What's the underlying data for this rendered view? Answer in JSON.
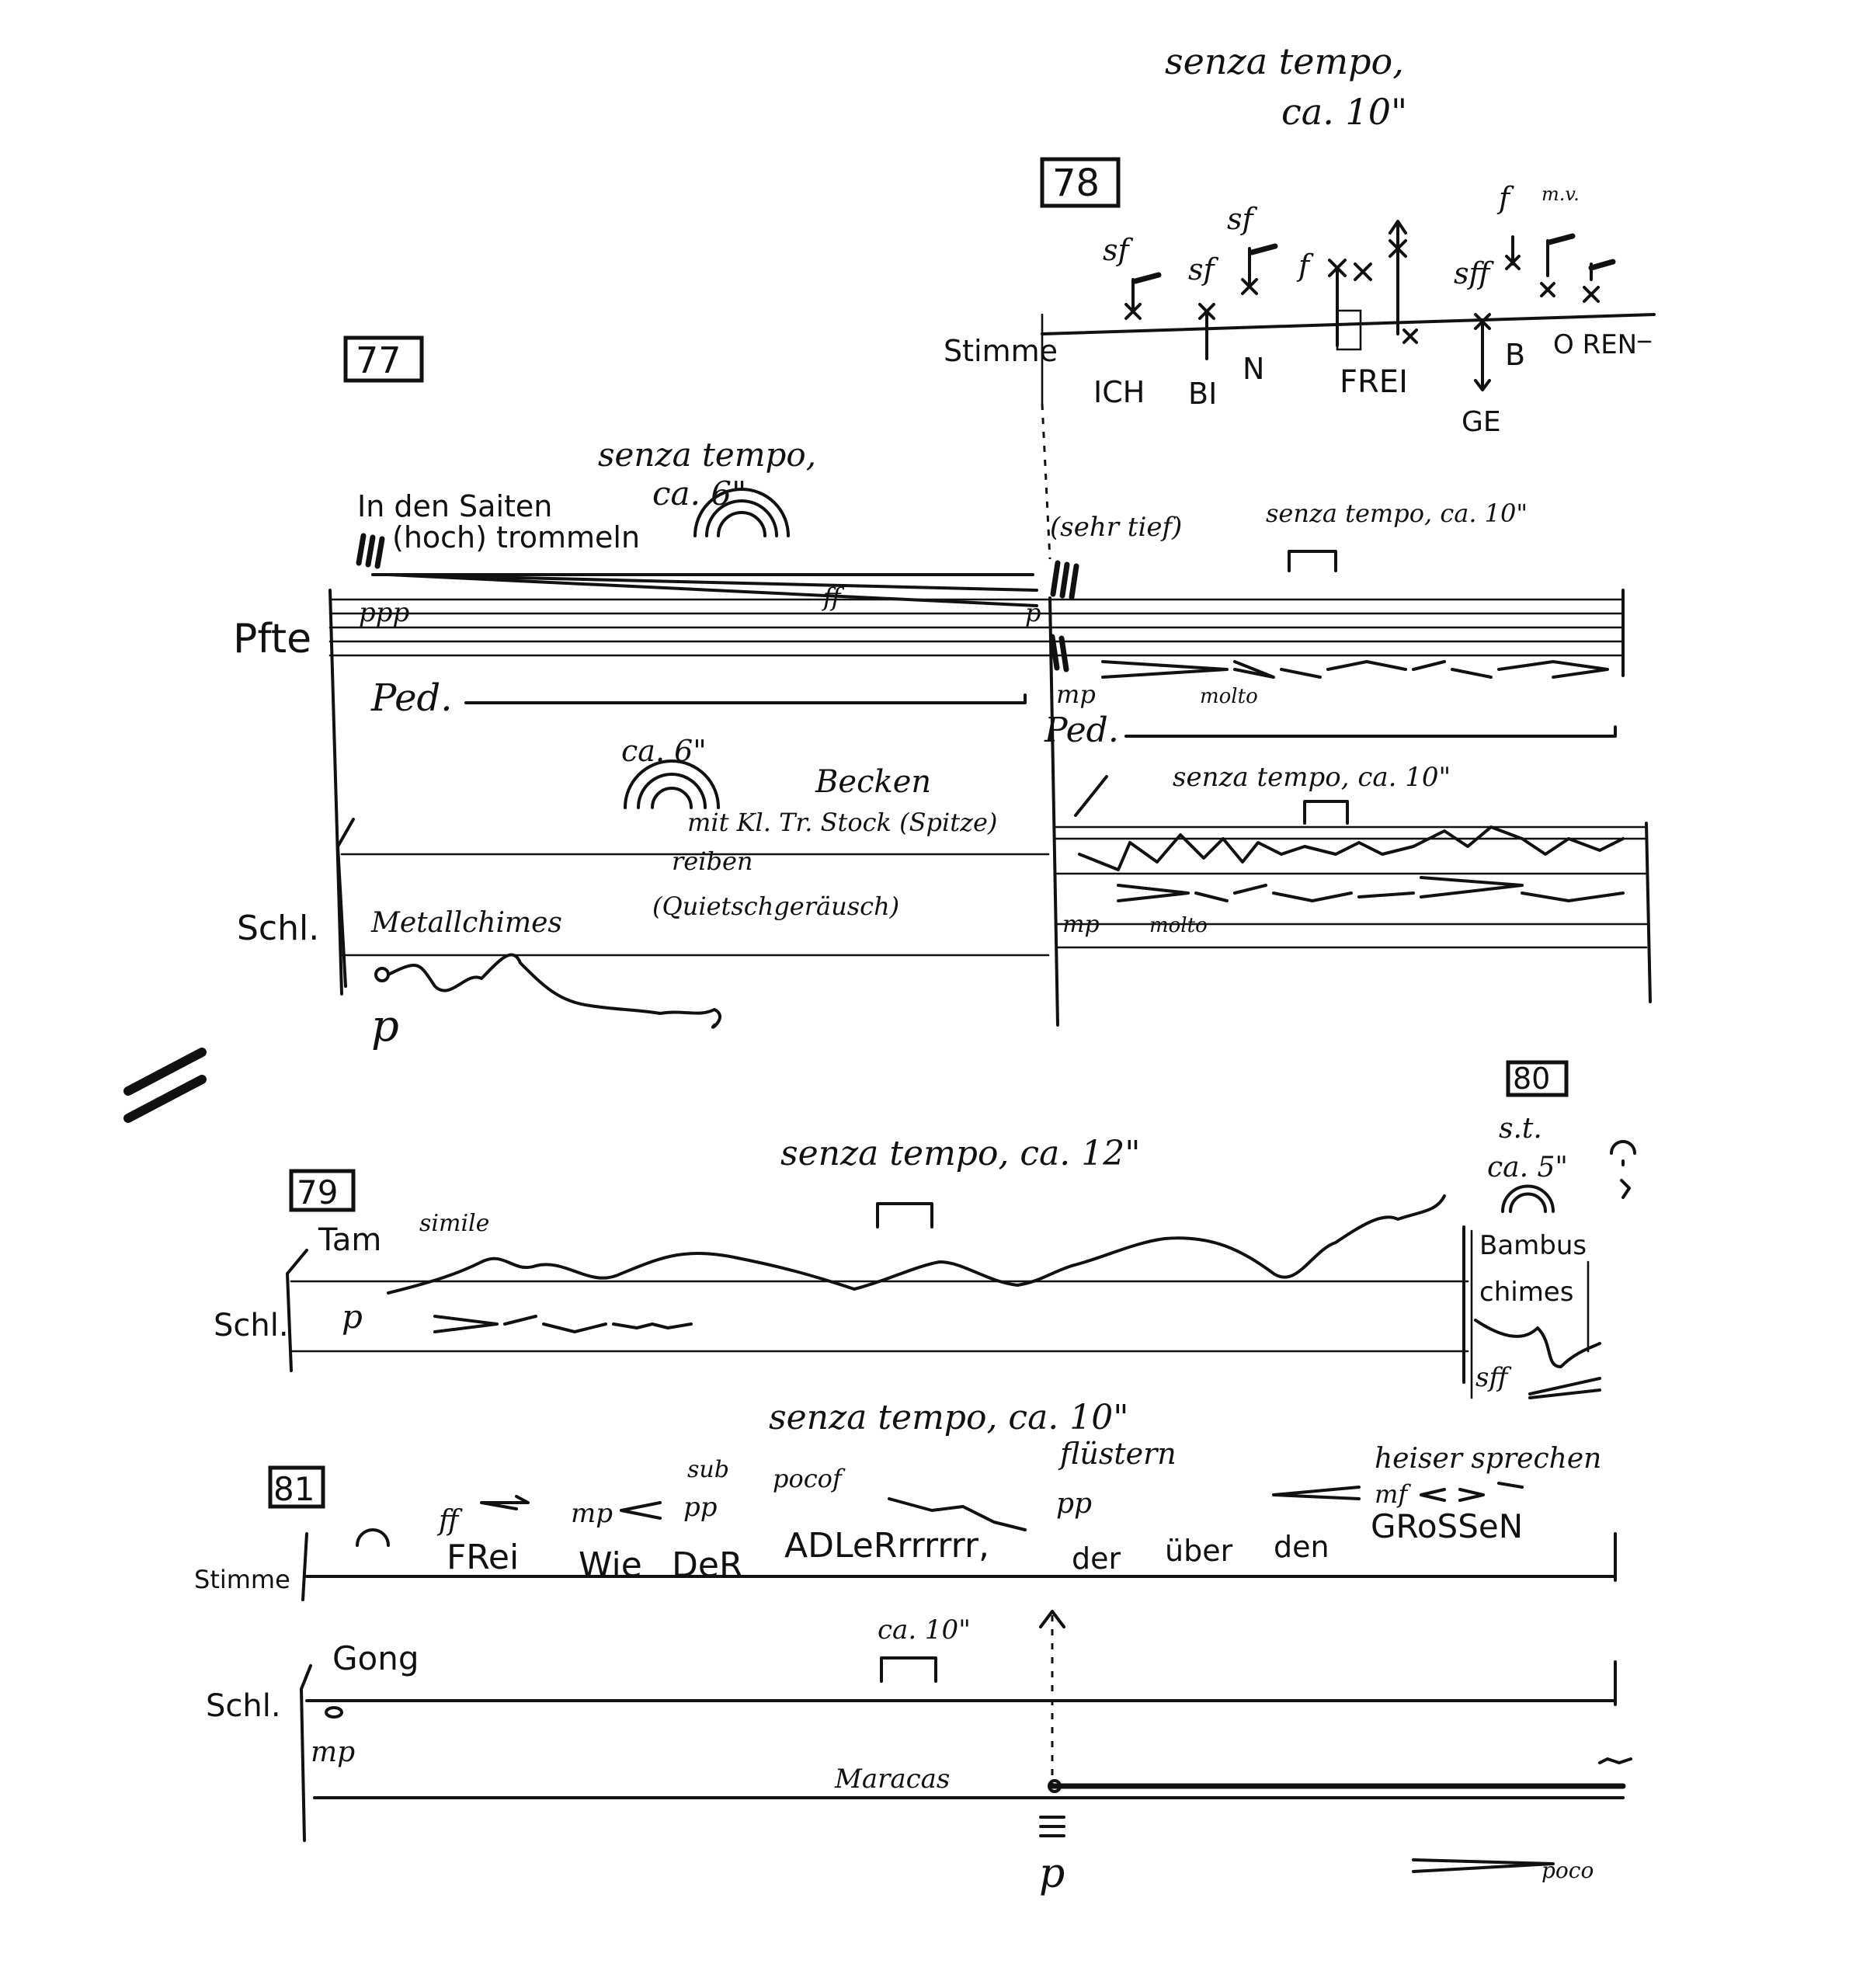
{
  "rehearsal_marks": {
    "m77": "77",
    "m78": "78",
    "m79": "79",
    "m80": "80",
    "m81": "81"
  },
  "instruments": {
    "stimme": "Stimme",
    "pfte": "Pfte",
    "schl": "Schl."
  },
  "top": {
    "tempo_line1": "senza tempo,",
    "tempo_line2": "ca. 10\""
  },
  "m78_voice": {
    "dyn_sf1": "sf",
    "dyn_sf2": "sf",
    "dyn_sf3": "sf",
    "dyn_f1": "f",
    "dyn_sff": "sff",
    "dyn_f2": "f",
    "mv": "m.v.",
    "syllables": {
      "ich": "ICH",
      "bi": "BI",
      "n": "N",
      "frei": "FREI",
      "ge": "GE",
      "b": "B",
      "oren": "O REN"
    }
  },
  "m77": {
    "instruction1": "In den Saiten",
    "instruction2": "(hoch) trommeln",
    "tempo1": "senza tempo,",
    "tempo2": "ca. 6\"",
    "dyn_ppp": "ppp",
    "dyn_ff": "ff",
    "dyn_p_end": "p",
    "ped": "Ped.",
    "sehr_tief": "(sehr tief)",
    "becken_tempo": "ca. 6\"",
    "becken_title": "Becken",
    "becken_line2": "mit Kl. Tr. Stock (Spitze)",
    "becken_line3": "reiben",
    "becken_line4": "(Quietschgeräusch)",
    "metallchimes": "Metallchimes",
    "dyn_p": "p"
  },
  "m78_pfte": {
    "tempo": "senza tempo, ca. 10\"",
    "dyn_mp": "mp",
    "molto": "molto",
    "ped": "Ped."
  },
  "m78_schl": {
    "tempo": "senza tempo, ca. 10\"",
    "dyn_mp": "mp",
    "molto": "molto"
  },
  "m79": {
    "tempo": "senza tempo, ca. 12\"",
    "tam": "Tam",
    "simile": "simile",
    "dyn_p": "p"
  },
  "m80": {
    "st": "s.t.",
    "ca": "ca. 5\"",
    "bambus": "Bambus",
    "chimes": "chimes",
    "dyn_sff": "sff"
  },
  "m81": {
    "tempo": "senza tempo, ca. 10\"",
    "dyn_ff": "ff",
    "dyn_mp": "mp",
    "sub": "sub",
    "dyn_pp1": "pp",
    "pocof": "pocof",
    "flustern": "flüstern",
    "dyn_pp2": "pp",
    "heiser": "heiser sprechen",
    "dyn_mf": "mf",
    "words": {
      "frei": "FRei",
      "wie": "Wie",
      "der": "DeR",
      "adler": "ADLeRrrrrrr,",
      "der2": "der",
      "uber": "über",
      "den": "den",
      "grossen": "GRoSSeN"
    },
    "ca10": "ca. 10\"",
    "gong": "Gong",
    "dyn_mp_gong": "mp",
    "maracas": "Maracas",
    "dyn_p_mar": "p",
    "poco": "poco"
  }
}
